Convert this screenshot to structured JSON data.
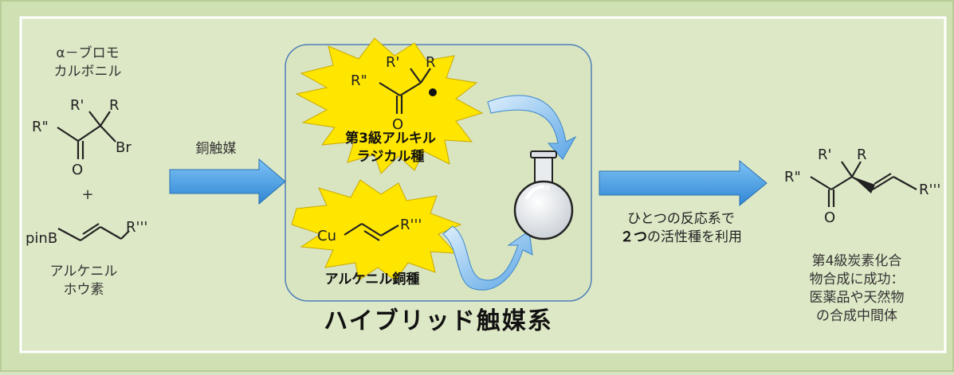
{
  "reactant1": {
    "name_line1": "α－ブロモ",
    "name_line2": "カルボニル",
    "atom_rp": "R'",
    "atom_r": "R",
    "atom_rpp": "R\"",
    "atom_o": "O",
    "atom_br": "Br"
  },
  "plus": "+",
  "reactant2": {
    "atom_pinb": "pinB",
    "atom_rppp": "R'''",
    "name_line1": "アルケニル",
    "name_line2": "ホウ素"
  },
  "catalyst": "銅触媒",
  "hybrid_box": {
    "radical_line1": "第3級アルキル",
    "radical_line2": "ラジカル種",
    "copper_label": "アルケニル銅種",
    "cu": "Cu",
    "caption": "ハイブリッド触媒系"
  },
  "middle_note": {
    "line1": "ひとつの反応系で",
    "line2_bold": "２つ",
    "line2_rest": "の活性種を利用"
  },
  "product": {
    "line1": "第4級炭素化合",
    "line2": "物合成に成功：",
    "line3": "医薬品や天然物",
    "line4": "の合成中間体"
  },
  "colors": {
    "background": "#d7e4bf",
    "panel": "#dde8c6",
    "arrow": "#4a9ee0",
    "burst": "#ffe600",
    "box_border": "#4f7fb8"
  }
}
